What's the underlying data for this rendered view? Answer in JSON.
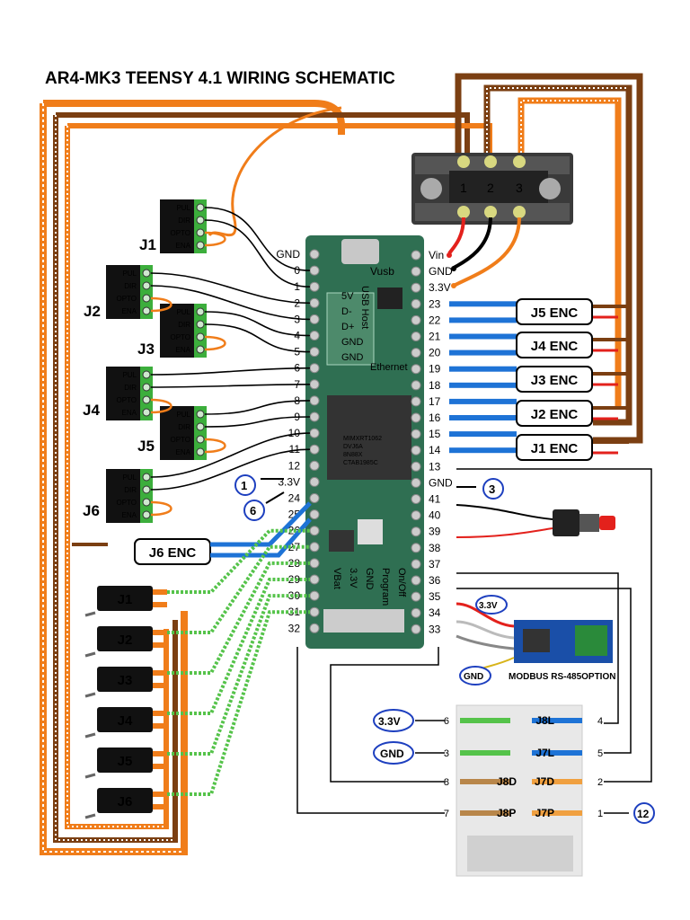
{
  "title": "AR4-MK3 TEENSY 4.1 WIRING SCHEMATIC",
  "drivers": [
    {
      "name": "J1",
      "pins": [
        "PUL",
        "DIR",
        "OPTO",
        "ENA"
      ]
    },
    {
      "name": "J2",
      "pins": [
        "PUL",
        "DIR",
        "OPTO",
        "ENA"
      ]
    },
    {
      "name": "J3",
      "pins": [
        "PUL",
        "DIR",
        "OPTO",
        "ENA"
      ]
    },
    {
      "name": "J4",
      "pins": [
        "PUL",
        "DIR",
        "OPTO",
        "ENA"
      ]
    },
    {
      "name": "J5",
      "pins": [
        "PUL",
        "DIR",
        "OPTO",
        "ENA"
      ]
    },
    {
      "name": "J6",
      "pins": [
        "PUL",
        "DIR",
        "OPTO",
        "ENA"
      ]
    }
  ],
  "teensy": {
    "left_pins": [
      "GND",
      "0",
      "1",
      "2",
      "3",
      "4",
      "5",
      "6",
      "7",
      "8",
      "9",
      "10",
      "11",
      "12",
      "3.3V",
      "24",
      "25",
      "26",
      "27",
      "28",
      "29",
      "30",
      "31",
      "32"
    ],
    "right_pins": [
      "Vin",
      "GND",
      "3.3V",
      "23",
      "22",
      "21",
      "20",
      "19",
      "18",
      "17",
      "16",
      "15",
      "14",
      "13",
      "GND",
      "41",
      "40",
      "39",
      "38",
      "37",
      "36",
      "35",
      "34",
      "33"
    ],
    "usb_label": "Vusb",
    "usb_host_labels": [
      "5V",
      "D-",
      "D+",
      "GND",
      "GND"
    ],
    "usb_host_title": "USB Host",
    "ethernet_label": "Ethernet",
    "chip_text": [
      "MIMXRT1062",
      "DVJ6A",
      "8N88X",
      "CTAB1985C"
    ],
    "bottom_labels": [
      "VBat",
      "3.3V",
      "GND",
      "Program",
      "On/Off"
    ]
  },
  "terminal": {
    "numbers": [
      "1",
      "2",
      "3"
    ]
  },
  "encoders": [
    "J5 ENC",
    "J4 ENC",
    "J3 ENC",
    "J2 ENC",
    "J1 ENC",
    "J6 ENC"
  ],
  "limit_switches": [
    "J1",
    "J2",
    "J3",
    "J4",
    "J5",
    "J6"
  ],
  "callouts": {
    "c1": "1",
    "c6": "6",
    "c3": "3",
    "c12": "12"
  },
  "modbus": {
    "label": "MODBUS RS-485OPTION",
    "v33": "3.3V",
    "gnd": "GND"
  },
  "connector": {
    "left_labels": [
      "J8D",
      "J8P"
    ],
    "right_labels": [
      "J8L",
      "J7L",
      "J7D",
      "J7P"
    ],
    "left_pin_nums": [
      "6",
      "3",
      "8",
      "7"
    ],
    "right_pin_nums": [
      "4",
      "5",
      "2",
      "1"
    ],
    "badge_33": "3.3V",
    "badge_gnd": "GND"
  },
  "colors": {
    "orange": "#f07d1a",
    "brown": "#7b3f12",
    "blue": "#1e73d6",
    "green": "#55c34a",
    "board": "#2f6f52",
    "red": "#e3211c",
    "callout": "#1d3fbf"
  }
}
